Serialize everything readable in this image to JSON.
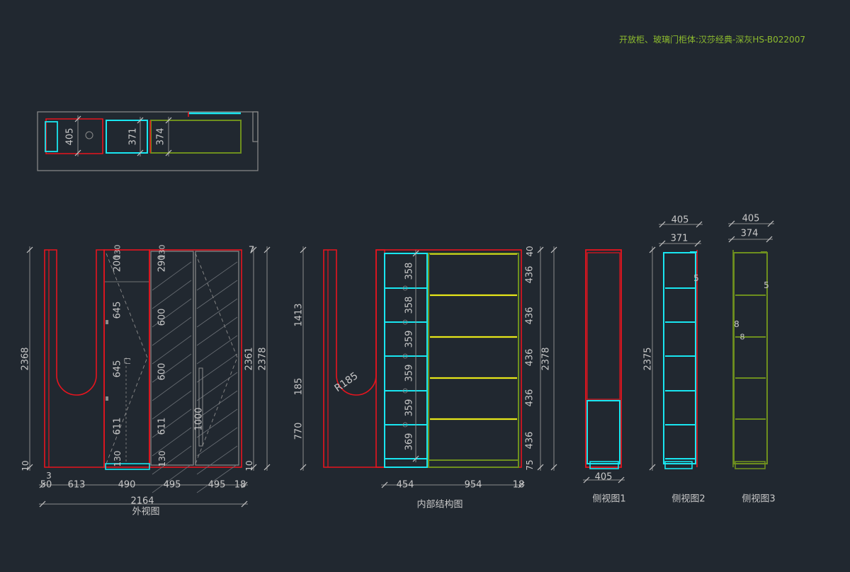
{
  "title": "开放柜、玻璃门柜体:汉莎经典-深灰HS-B022007",
  "colors": {
    "background": "#212830",
    "red": "#e8141e",
    "cyan": "#19e6f0",
    "green": "#6e8f1e",
    "yellow": "#e6e619",
    "dim": "#c8c8c8",
    "grey": "#8c8c8c",
    "title": "#8dbb2e"
  },
  "plan_view": {
    "dims": [
      "405",
      "371",
      "374"
    ]
  },
  "exterior_view": {
    "caption": "外视图",
    "height_left": "2368",
    "heights_right": [
      "2361",
      "2378"
    ],
    "top_left": "7",
    "panel_texts": [
      "200",
      "130",
      "290",
      "130",
      "645",
      "600",
      "645",
      "600",
      "611",
      "611",
      "1000",
      "130",
      "130"
    ],
    "door_label": "门",
    "bottom_left_small": [
      "10",
      "3"
    ],
    "bottom_right_small": "10",
    "widths": [
      "50",
      "613",
      "490",
      "495",
      "495",
      "18"
    ],
    "total_width": "2164"
  },
  "interior_view": {
    "caption": "内部结构图",
    "left_heights": [
      "1413",
      "185",
      "770"
    ],
    "radius_label": "R185",
    "shelf_heights": [
      "358",
      "358",
      "359",
      "359",
      "359",
      "369"
    ],
    "right_heights": [
      "40",
      "436",
      "436",
      "436",
      "436",
      "436",
      "75"
    ],
    "total_height": "2378",
    "widths": [
      "454",
      "954",
      "18"
    ]
  },
  "side_views": [
    {
      "caption": "侧视图1",
      "dims": [
        "405"
      ]
    },
    {
      "caption": "侧视图2",
      "dims": [
        "405",
        "371",
        "2375",
        "5"
      ]
    },
    {
      "caption": "侧视图3",
      "dims": [
        "405",
        "374",
        "5",
        "8",
        "8"
      ]
    }
  ]
}
